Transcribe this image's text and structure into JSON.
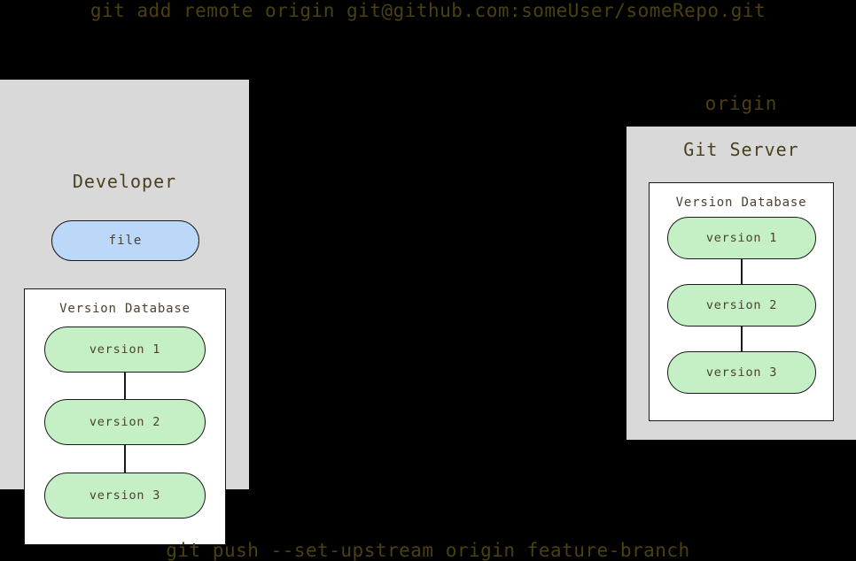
{
  "commands": {
    "top": "git add remote origin git@github.com:someUser/someRepo.git",
    "bottom": "git push --set-upstream origin feature-branch"
  },
  "colors": {
    "background": "#000000",
    "panel_fill": "#d9d9d9",
    "database_fill": "#ffffff",
    "version_fill": "#c5f0c5",
    "file_fill": "#bcd8f8",
    "stroke": "#1a1a1a",
    "caption_text": "#4a4012",
    "node_text": "#4d4033"
  },
  "developer": {
    "title": "Developer",
    "file_node": "file",
    "database": {
      "title": "Version Database",
      "versions": [
        {
          "label": "version 1"
        },
        {
          "label": "version 2"
        },
        {
          "label": "version 3"
        }
      ]
    }
  },
  "remote": {
    "origin_label": "origin",
    "title": "Git Server",
    "database": {
      "title": "Version Database",
      "versions": [
        {
          "label": "version 1"
        },
        {
          "label": "version 2"
        },
        {
          "label": "version 3"
        }
      ]
    }
  }
}
